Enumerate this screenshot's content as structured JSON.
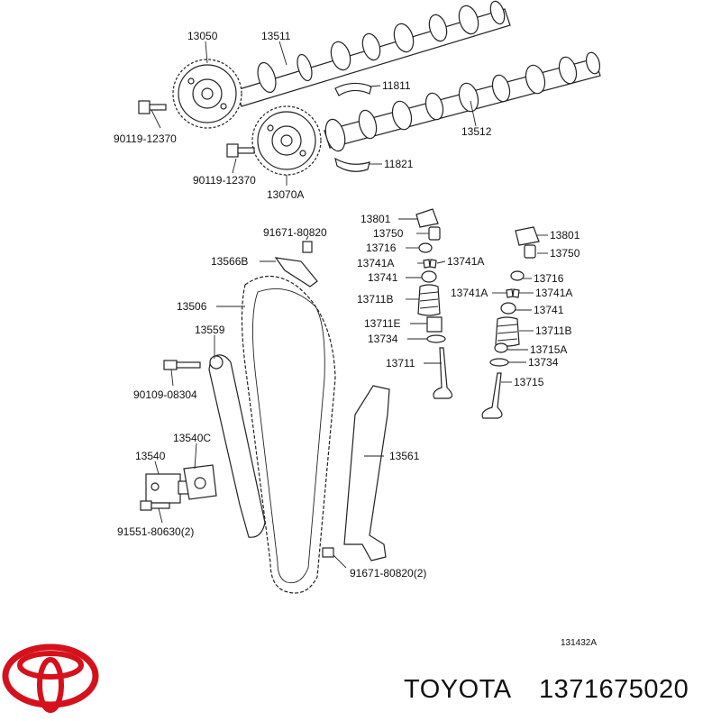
{
  "labels": {
    "l13050": "13050",
    "l13511": "13511",
    "l11811": "11811",
    "l90119a": "90119-12370",
    "l13512": "13512",
    "l11821": "11821",
    "l90119b": "90119-12370",
    "l13070A": "13070A",
    "l91671a": "91671-80820",
    "l13566B": "13566B",
    "l13506": "13506",
    "l13559": "13559",
    "l90109": "90109-08304",
    "l13540C": "13540C",
    "l13540": "13540",
    "l91551": "91551-80630(2)",
    "l13561": "13561",
    "l91671b": "91671-80820(2)",
    "i13801": "13801",
    "i13750": "13750",
    "i13716": "13716",
    "i13741Aa": "13741A",
    "i13741Ab": "13741A",
    "i13741": "13741",
    "i13711B": "13711B",
    "i13711E": "13711E",
    "i13734": "13734",
    "i13711": "13711",
    "e13801": "13801",
    "e13750": "13750",
    "e13716": "13716",
    "e13741Aa": "13741A",
    "e13741Ab": "13741A",
    "e13741": "13741",
    "e13711B": "13711B",
    "e13715A": "13715A",
    "e13734": "13734",
    "e13715": "13715"
  },
  "diagram_code": "131432A",
  "footer": {
    "brand": "TOYOTA",
    "part_number": "1371675020"
  },
  "colors": {
    "logo": "#d5111c",
    "ink": "#222222"
  },
  "icons": {
    "logo": "toyota-logo"
  }
}
